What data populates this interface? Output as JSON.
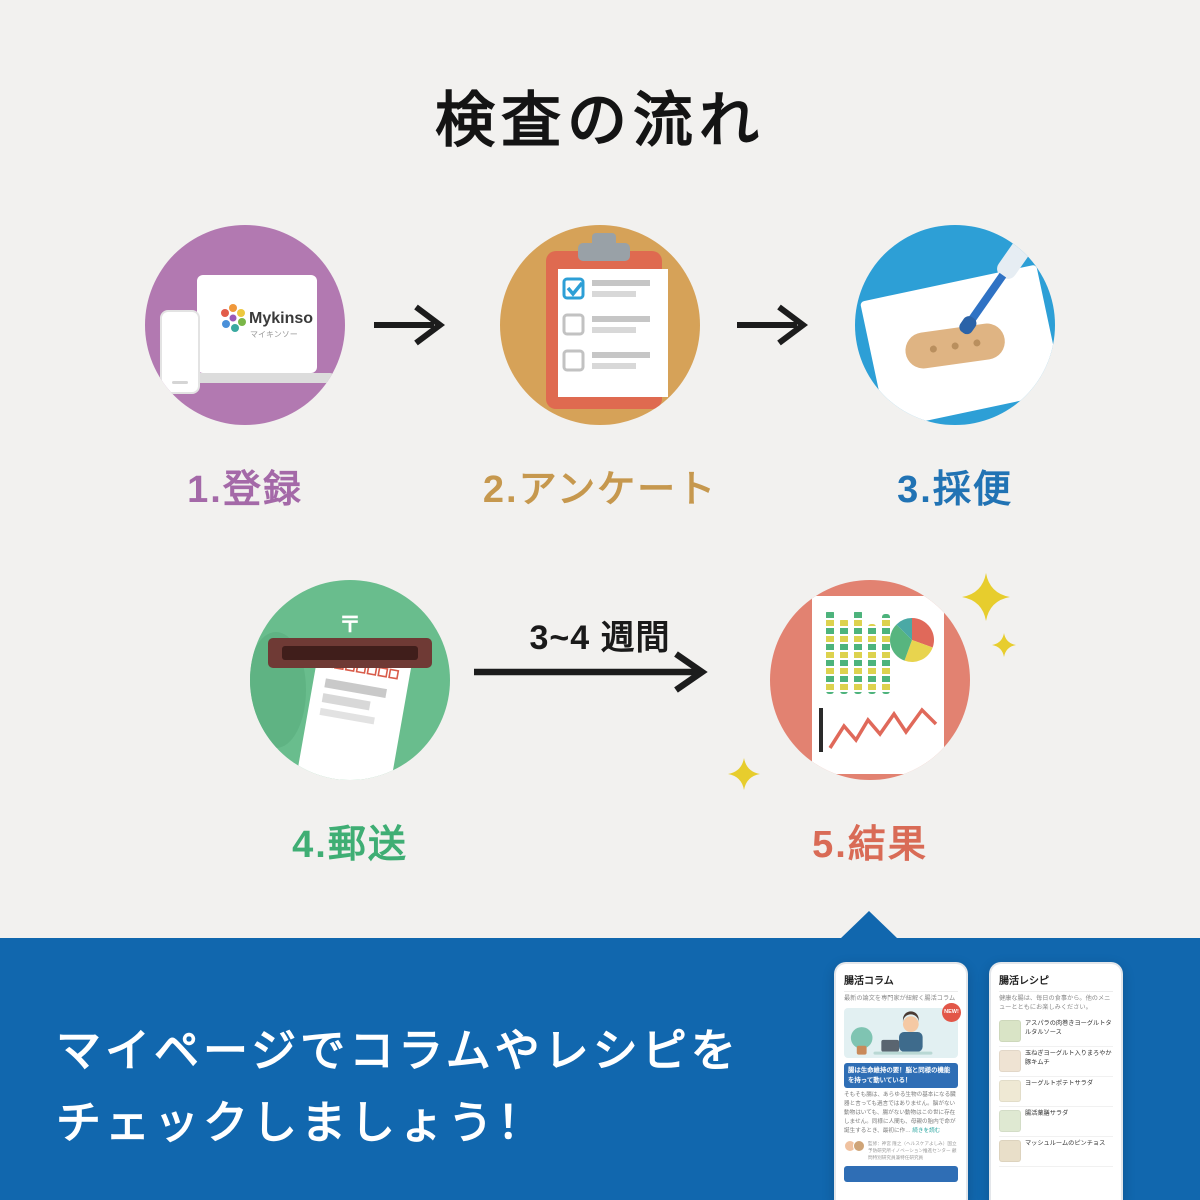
{
  "title": "検査の流れ",
  "steps": [
    {
      "label": "1.登録",
      "color": "#a469a8",
      "circle_color": "#b279b1"
    },
    {
      "label": "2.アンケート",
      "color": "#c6984e",
      "circle_color": "#d6a258"
    },
    {
      "label": "3.採便",
      "color": "#2173b4",
      "circle_color": "#2d9fd6"
    },
    {
      "label": "4.郵送",
      "color": "#3fae74",
      "circle_color": "#69bd8d"
    },
    {
      "label": "5.結果",
      "color": "#d96b56",
      "circle_color": "#e28271"
    }
  ],
  "wait_label": "3~4 週間",
  "logo": {
    "name": "Mykinso",
    "kana": "マイキンソー"
  },
  "postbox_mark": "〒",
  "banner": {
    "line1": "マイページでコラムやレシピを",
    "line2": "チェックしましょう！",
    "background_color": "#1167ae"
  },
  "sparkle_color": "#e7cd2d",
  "phone_column": {
    "title": "腸活コラム",
    "subtitle": "最新の論文を専門家が紐解く腸活コラム",
    "badge_new": "NEW!",
    "article_title": "腸は生命維持の要！脳と同様の機能を持って動いている！",
    "article_body": "そもそも腸は、あらゆる生物の基本になる臓器と言っても過言ではありません。脳がない動物はいても、腸がない動物はこの世に存在しません。同様に人間も、母親の胎内で命が誕生するとき、最初に作…",
    "read_more": "続きを読む",
    "author": "監修：神宮 隆之（ヘルスケアよしみ）国立予防研究所イノベーション推進センター 顧問特別研究員兼特任研究員"
  },
  "phone_recipe": {
    "title": "腸活レシピ",
    "subtitle": "健康な腸は、毎日の食事から。他のメニューとともにお楽しみください。",
    "items": [
      "アスパラの肉巻きヨーグルトタルタルソース",
      "玉ねぎヨーグルト入りまろやか豚キムチ",
      "ヨーグルトポテトサラダ",
      "腸活薬膳サラダ",
      "マッシュルームのピンチョス"
    ]
  }
}
